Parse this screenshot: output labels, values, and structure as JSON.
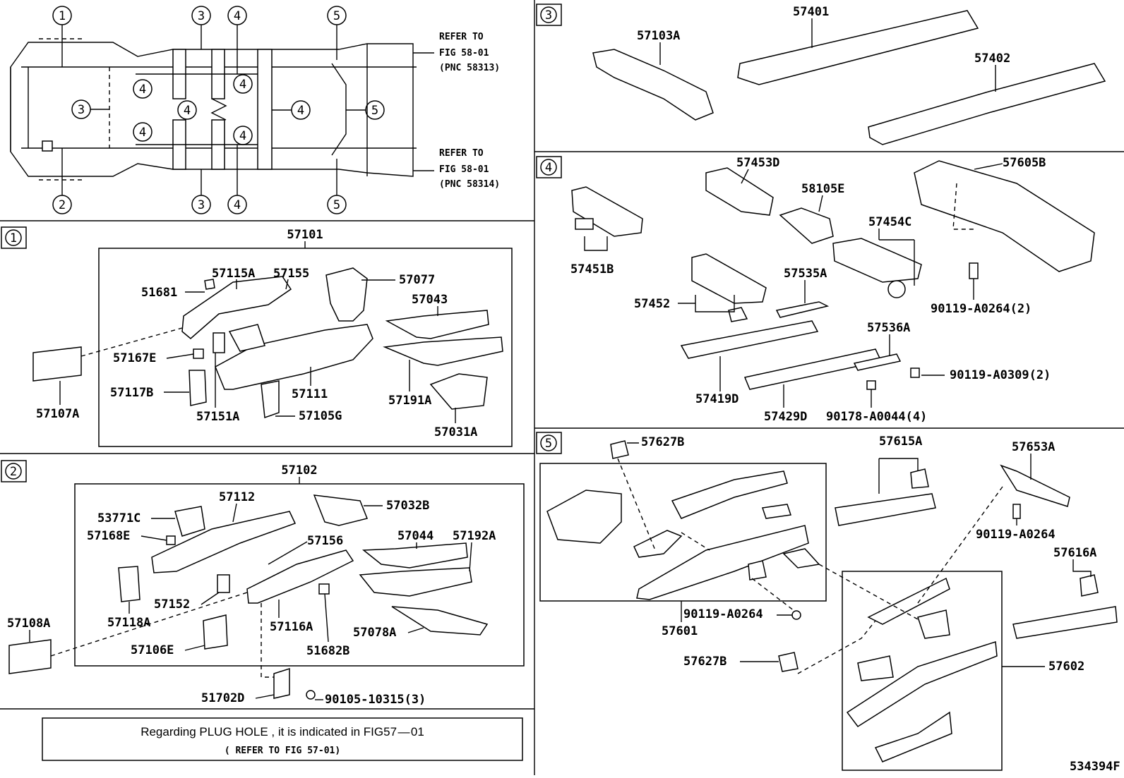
{
  "overview": {
    "refer1": [
      "REFER TO",
      "FIG 58-01",
      "(PNC 58313)"
    ],
    "refer2": [
      "REFER TO",
      "FIG 58-01",
      "(PNC 58314)"
    ],
    "markers": {
      "m1": "1",
      "m2": "2",
      "m3": "3",
      "m4": "4",
      "m5": "5"
    }
  },
  "sections": {
    "s1": {
      "number": "1",
      "group_label": "57101",
      "parts": [
        "57115A",
        "57155",
        "57077",
        "51681",
        "57043",
        "57167E",
        "57117B",
        "57111",
        "57191A",
        "57107A",
        "57151A",
        "57105G",
        "57031A"
      ]
    },
    "s2": {
      "number": "2",
      "group_label": "57102",
      "parts": [
        "57112",
        "57032B",
        "53771C",
        "57168E",
        "57156",
        "57044",
        "57192A",
        "57118A",
        "57152",
        "57108A",
        "57116A",
        "57078A",
        "57106E",
        "51682B",
        "51702D",
        "90105-10315(3)"
      ]
    },
    "s3": {
      "number": "3",
      "parts": [
        "57401",
        "57103A",
        "57402"
      ]
    },
    "s4": {
      "number": "4",
      "parts": [
        "57453D",
        "57605B",
        "58105E",
        "57454C",
        "57451B",
        "57535A",
        "57452",
        "90119-A0264(2)",
        "57536A",
        "90119-A0309(2)",
        "57419D",
        "57429D",
        "90178-A0044(4)"
      ]
    },
    "s5": {
      "number": "5",
      "parts": [
        "57627B",
        "57615A",
        "57653A",
        "90119-A0264",
        "57616A",
        "90119-A0264",
        "57601",
        "57627B",
        "57602"
      ]
    }
  },
  "note": {
    "line1": "Regarding  PLUG  HOLE  , it is  indicated   in  FIG57 — 01",
    "line2": "( REFER TO FIG 57-01)"
  },
  "figure_id": "534394F"
}
